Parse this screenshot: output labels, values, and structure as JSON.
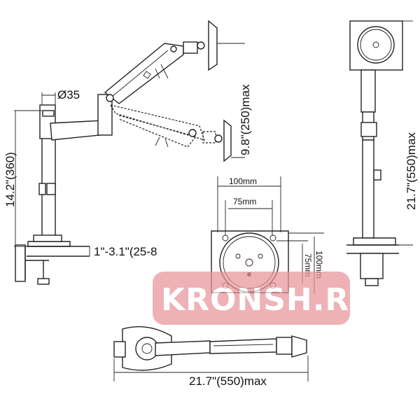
{
  "labels": {
    "pole_diameter": "Ø35",
    "pole_height": "14.2\"(360)",
    "arm_vertical_range": "9.8\"(250)max",
    "desk_thickness": "1\"-3.1\"(25-8",
    "vesa_width_100": "100mm",
    "vesa_width_75": "75mm",
    "vesa_height_75": "75mm",
    "vesa_height_100": "100mm",
    "total_height": "21.7\"(550)max",
    "total_reach": "21.7\"(550)max"
  },
  "watermark": {
    "text": "KRONSH.RU",
    "color": "#e8959a"
  }
}
